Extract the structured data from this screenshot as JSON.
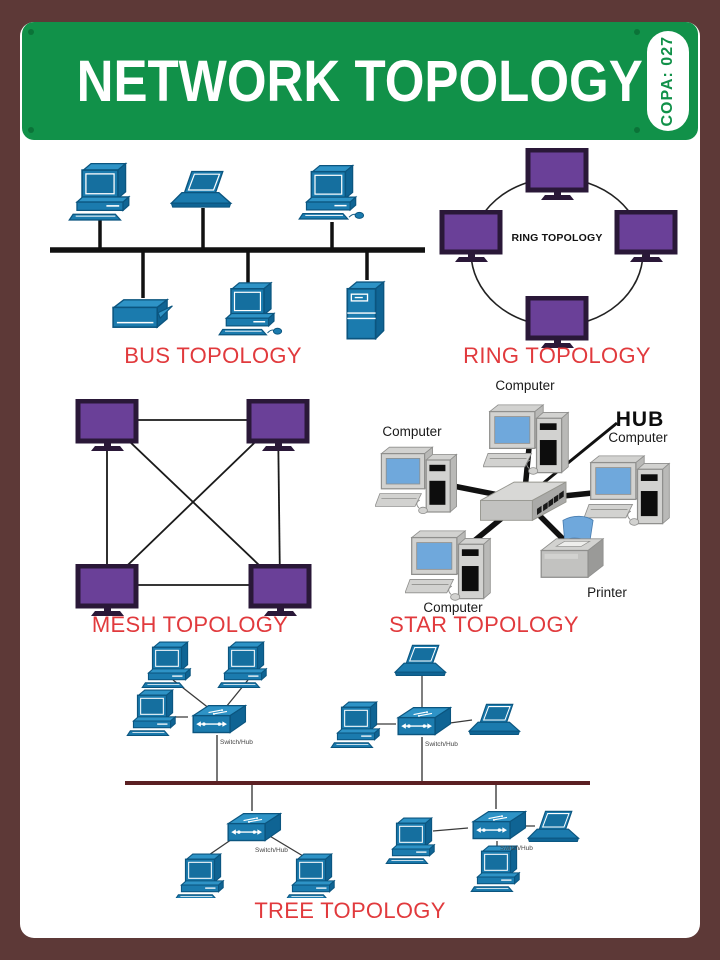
{
  "header": {
    "title": "NETWORK TOPOLOGY",
    "badge": "COPA: 027"
  },
  "colors": {
    "banner_green": "#119149",
    "frame_maroon": "#5d3937",
    "label_red": "#e13a3d",
    "device_blue": "#1b7bae",
    "monitor_purple": "#6a4098",
    "tree_backbone_maroon": "#5b2023",
    "star_screen_blue": "#6fa8dc",
    "line_black": "#111111"
  },
  "sections": {
    "bus": {
      "label": "BUS TOPOLOGY",
      "devices": [
        "desktop-computer",
        "laptop",
        "desktop-computer-with-mouse",
        "modem",
        "desktop-computer-with-mouse",
        "server-tower"
      ]
    },
    "ring": {
      "label": "RING TOPOLOGY",
      "center_text": "RING TOPOLOGY",
      "node_count": 4,
      "node_type": "monitor"
    },
    "mesh": {
      "label": "MESH TOPOLOGY",
      "node_count": 4,
      "node_type": "monitor",
      "link_style": "full-mesh"
    },
    "star": {
      "label": "STAR TOPOLOGY",
      "hub_label": "HUB",
      "node_labels": [
        "Computer",
        "Computer",
        "Computer",
        "Computer"
      ],
      "printer_label": "Printer"
    },
    "tree": {
      "label": "TREE TOPOLOGY",
      "switch_label": "Switch/Hub",
      "switch_count": 4,
      "devices": [
        "desktop-computer",
        "laptop"
      ]
    }
  }
}
